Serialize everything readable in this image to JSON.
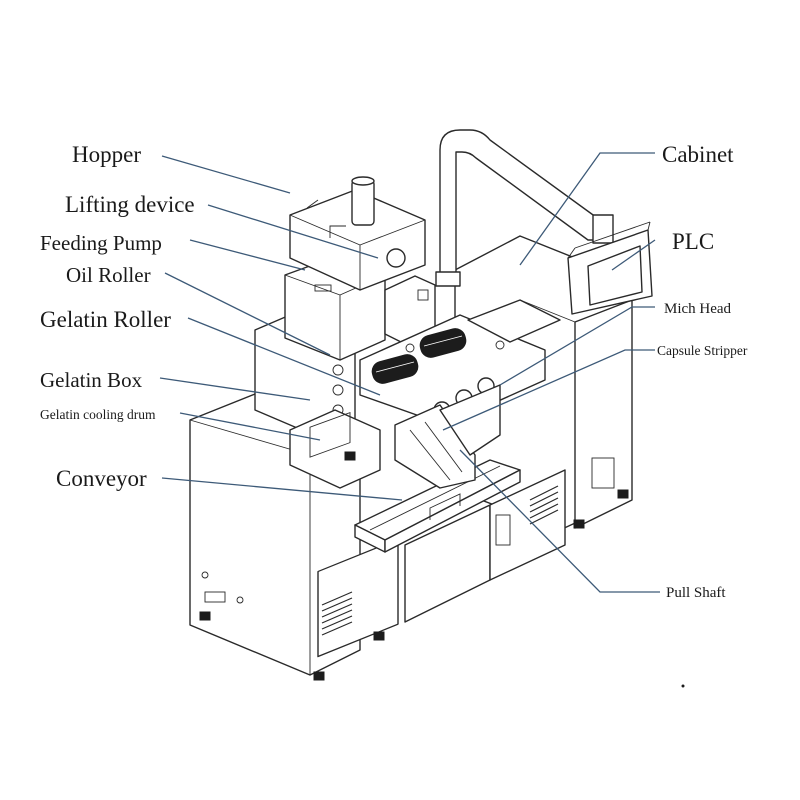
{
  "labels": {
    "hopper": "Hopper",
    "lifting_device": "Lifting device",
    "feeding_pump": "Feeding Pump",
    "oil_roller": "Oil Roller",
    "gelatin_roller": "Gelatin Roller",
    "gelatin_box": "Gelatin Box",
    "gelatin_cooling_drum": "Gelatin cooling drum",
    "conveyor": "Conveyor",
    "cabinet": "Cabinet",
    "plc": "PLC",
    "mich_head": "Mich Head",
    "capsule_stripper": "Capsule Stripper",
    "pull_shaft": "Pull Shaft"
  },
  "colors": {
    "leader_line": "#3d5a78",
    "machine_stroke": "#2a2a2a",
    "label_text": "#1a1a1a"
  }
}
